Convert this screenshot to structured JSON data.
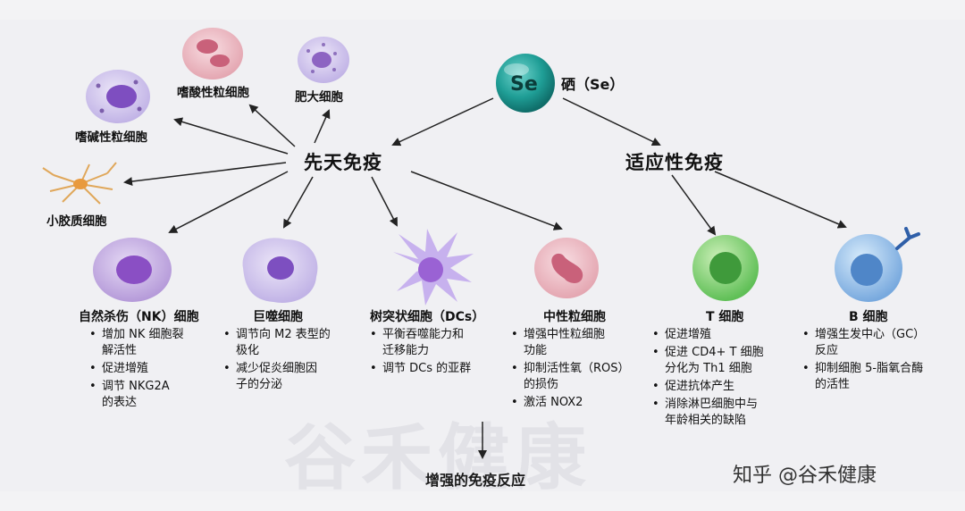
{
  "selenium": {
    "symbol": "Se",
    "label": "硒（Se）"
  },
  "innate": {
    "label": "先天免疫"
  },
  "adaptive": {
    "label": "适应性免疫"
  },
  "top_cells": {
    "eosinophil": "嗜酸性粒细胞",
    "mast": "肥大细胞",
    "basophil": "嗜碱性粒细胞",
    "microglia": "小胶质细胞"
  },
  "cells": [
    {
      "title": "自然杀伤（NK）细胞",
      "bullets": [
        "增加 NK 细胞裂\n解活性",
        "促进增殖",
        "调节 NKG2A\n的表达"
      ]
    },
    {
      "title": "巨噬细胞",
      "bullets": [
        "调节向 M2 表型的\n极化",
        "减少促炎细胞因\n子的分泌"
      ]
    },
    {
      "title": "树突状细胞（DCs）",
      "bullets": [
        "平衡吞噬能力和\n迁移能力",
        "调节 DCs 的亚群"
      ]
    },
    {
      "title": "中性粒细胞",
      "bullets": [
        "增强中性粒细胞\n功能",
        "抑制活性氧（ROS）\n的损伤",
        "激活 NOX2"
      ]
    },
    {
      "title": "T 细胞",
      "bullets": [
        "促进增殖",
        "促进 CD4+ T 细胞\n分化为 Th1 细胞",
        "促进抗体产生",
        "消除淋巴细胞中与\n年龄相关的缺陷"
      ]
    },
    {
      "title": "B 细胞",
      "bullets": [
        "增强生发中心（GC）\n反应",
        "抑制细胞 5-脂氧合酶\n的活性"
      ]
    }
  ],
  "result": "增强的免疫反应",
  "watermark": "谷禾健康",
  "credit": "知乎 @谷禾健康",
  "colors": {
    "selenium": "#1f9e96",
    "arrow": "#222222"
  }
}
